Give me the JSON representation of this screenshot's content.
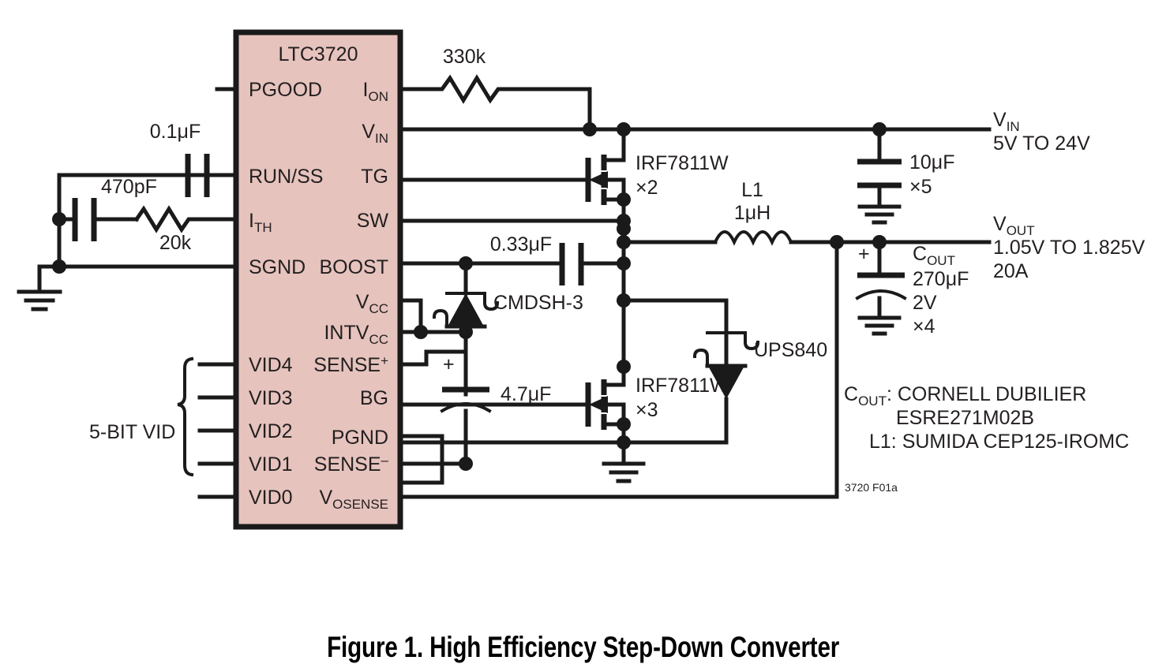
{
  "figure": {
    "caption": "Figure 1. High Efficiency Step-Down Converter",
    "part_code": "3720 F01a"
  },
  "ic": {
    "name": "LTC3720",
    "fill_color": "#e6c3bd",
    "pins_left": [
      {
        "id": "pgood",
        "label": "PGOOD"
      },
      {
        "id": "runss",
        "label": "RUN/SS"
      },
      {
        "id": "ith",
        "label": "I",
        "sub": "TH"
      },
      {
        "id": "sgnd",
        "label": "SGND"
      },
      {
        "id": "vid4",
        "label": "VID4"
      },
      {
        "id": "vid3",
        "label": "VID3"
      },
      {
        "id": "vid2",
        "label": "VID2"
      },
      {
        "id": "vid1",
        "label": "VID1"
      },
      {
        "id": "vid0",
        "label": "VID0"
      }
    ],
    "pins_right": [
      {
        "id": "ion",
        "label": "I",
        "sub": "ON"
      },
      {
        "id": "vin",
        "label": "V",
        "sub": "IN"
      },
      {
        "id": "tg",
        "label": "TG"
      },
      {
        "id": "sw",
        "label": "SW"
      },
      {
        "id": "boost",
        "label": "BOOST"
      },
      {
        "id": "vcc",
        "label": "V",
        "sub": "CC"
      },
      {
        "id": "intvcc",
        "label": "INTV",
        "sub": "CC"
      },
      {
        "id": "sensep",
        "label": "SENSE",
        "sup": "+"
      },
      {
        "id": "bg",
        "label": "BG"
      },
      {
        "id": "pgnd",
        "label": "PGND"
      },
      {
        "id": "sensen",
        "label": "SENSE",
        "sup": "–"
      },
      {
        "id": "vosense",
        "label": "V",
        "sub": "OSENSE"
      }
    ]
  },
  "labels": {
    "vid_bus": "5-BIT VID",
    "c_compa": "0.1μF",
    "c_compb": "470pF",
    "r_ith": "20k",
    "r_ion": "330k",
    "c_boost": "0.33μF",
    "d_boost": "CMDSH-3",
    "c_intvcc": "4.7μF",
    "q_top": "IRF7811W",
    "q_top_qty": "×2",
    "q_bot": "IRF7811W",
    "q_bot_qty": "×3",
    "d_cat": "UPS840",
    "l1_name": "L1",
    "l1_val": "1μH",
    "c_in_val": "10μF",
    "c_in_qty": "×5",
    "cout_name": "C",
    "cout_name_sub": "OUT",
    "cout_val": "270μF",
    "cout_volt": "2V",
    "cout_qty": "×4",
    "cout_plus": "+",
    "cintvcc_plus": "+",
    "vin_name": "V",
    "vin_name_sub": "IN",
    "vin_range": "5V TO 24V",
    "vout_name": "V",
    "vout_name_sub": "OUT",
    "vout_range": "1.05V TO 1.825V",
    "vout_current": "20A"
  },
  "notes": {
    "cout_label": "C",
    "cout_label_sub": "OUT",
    "cout_line1": ": CORNELL DUBILIER",
    "cout_line2": "ESRE271M02B",
    "l1_line": "L1: SUMIDA CEP125-IROMC"
  }
}
